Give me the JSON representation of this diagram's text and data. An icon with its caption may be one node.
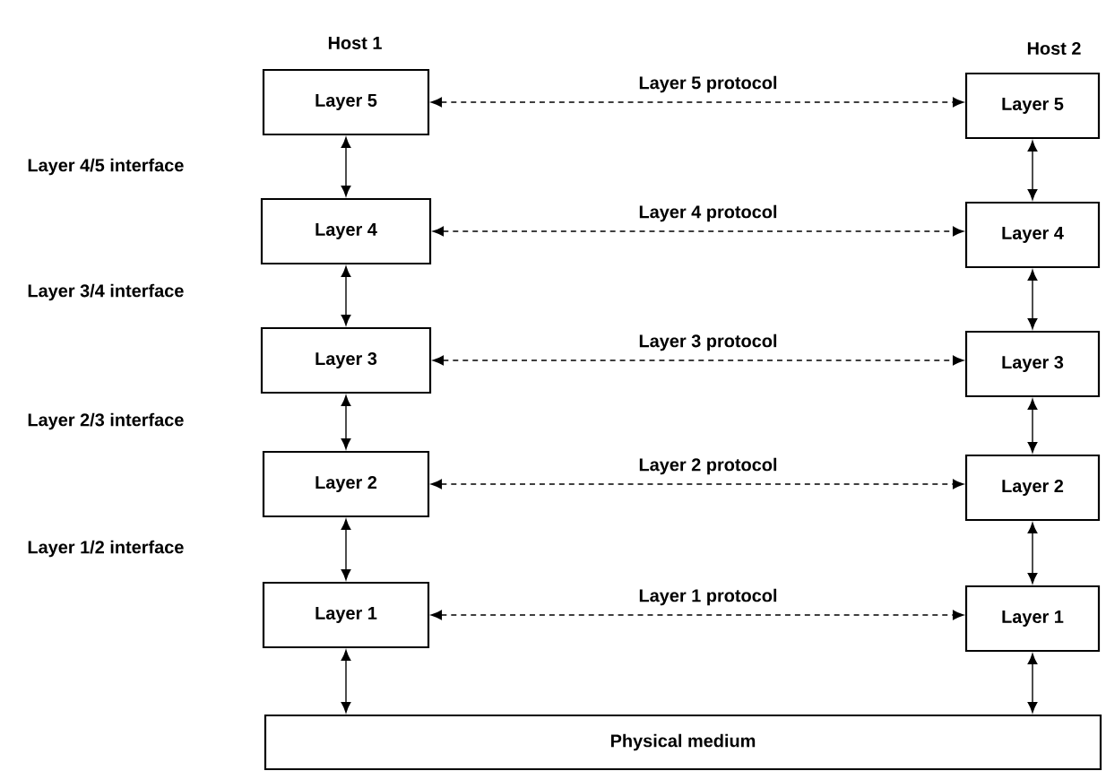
{
  "diagram": {
    "nodes": [
      {
        "text": [
          "Layer 5"
        ]
      },
      {
        "text": [
          "Layer 4"
        ]
      },
      {
        "text": [
          "Layer 3"
        ]
      },
      {
        "text": [
          "Layer 2"
        ]
      },
      {
        "text": [
          "Layer 1"
        ]
      },
      {
        "text": [
          "Layer 5"
        ]
      },
      {
        "text": [
          "Layer 4"
        ]
      },
      {
        "text": [
          "Layer 3"
        ]
      },
      {
        "text": [
          "Layer 2"
        ]
      },
      {
        "text": [
          "Layer 1"
        ]
      },
      {
        "text": [
          "Physical medium"
        ]
      }
    ],
    "edges": [
      {
        "from": 0,
        "to": 5,
        "arrow": "both",
        "style": "dashed",
        "label": "Layer 5 protocol"
      },
      {
        "from": 1,
        "to": 6,
        "arrow": "both",
        "style": "dashed",
        "label": "Layer 4 protocol"
      },
      {
        "from": 2,
        "to": 7,
        "arrow": "both",
        "style": "dashed",
        "label": "Layer 3 protocol"
      },
      {
        "from": 3,
        "to": 8,
        "arrow": "both",
        "style": "dashed",
        "label": "Layer 2 protocol"
      },
      {
        "from": 4,
        "to": 9,
        "arrow": "both",
        "style": "dashed",
        "label": "Layer 1 protocol"
      },
      {
        "from": 0,
        "to": 1,
        "arrow": "both"
      },
      {
        "from": 1,
        "to": 2,
        "arrow": "both"
      },
      {
        "from": 2,
        "to": 3,
        "arrow": "both"
      },
      {
        "from": 3,
        "to": 4,
        "arrow": "both"
      },
      {
        "from": 4,
        "to": 10,
        "arrow": "both"
      },
      {
        "from": 5,
        "to": 6,
        "arrow": "both"
      },
      {
        "from": 6,
        "to": 7,
        "arrow": "both"
      },
      {
        "from": 7,
        "to": 8,
        "arrow": "both"
      },
      {
        "from": 8,
        "to": 9,
        "arrow": "both"
      },
      {
        "from": 9,
        "to": 10,
        "arrow": "both"
      }
    ],
    "labels": [
      "Host 1",
      "Host 2",
      "Layer 4/5 interface",
      "Layer 3/4 interface",
      "Layer 2/3 interface",
      "Layer 1/2 interface"
    ]
  }
}
